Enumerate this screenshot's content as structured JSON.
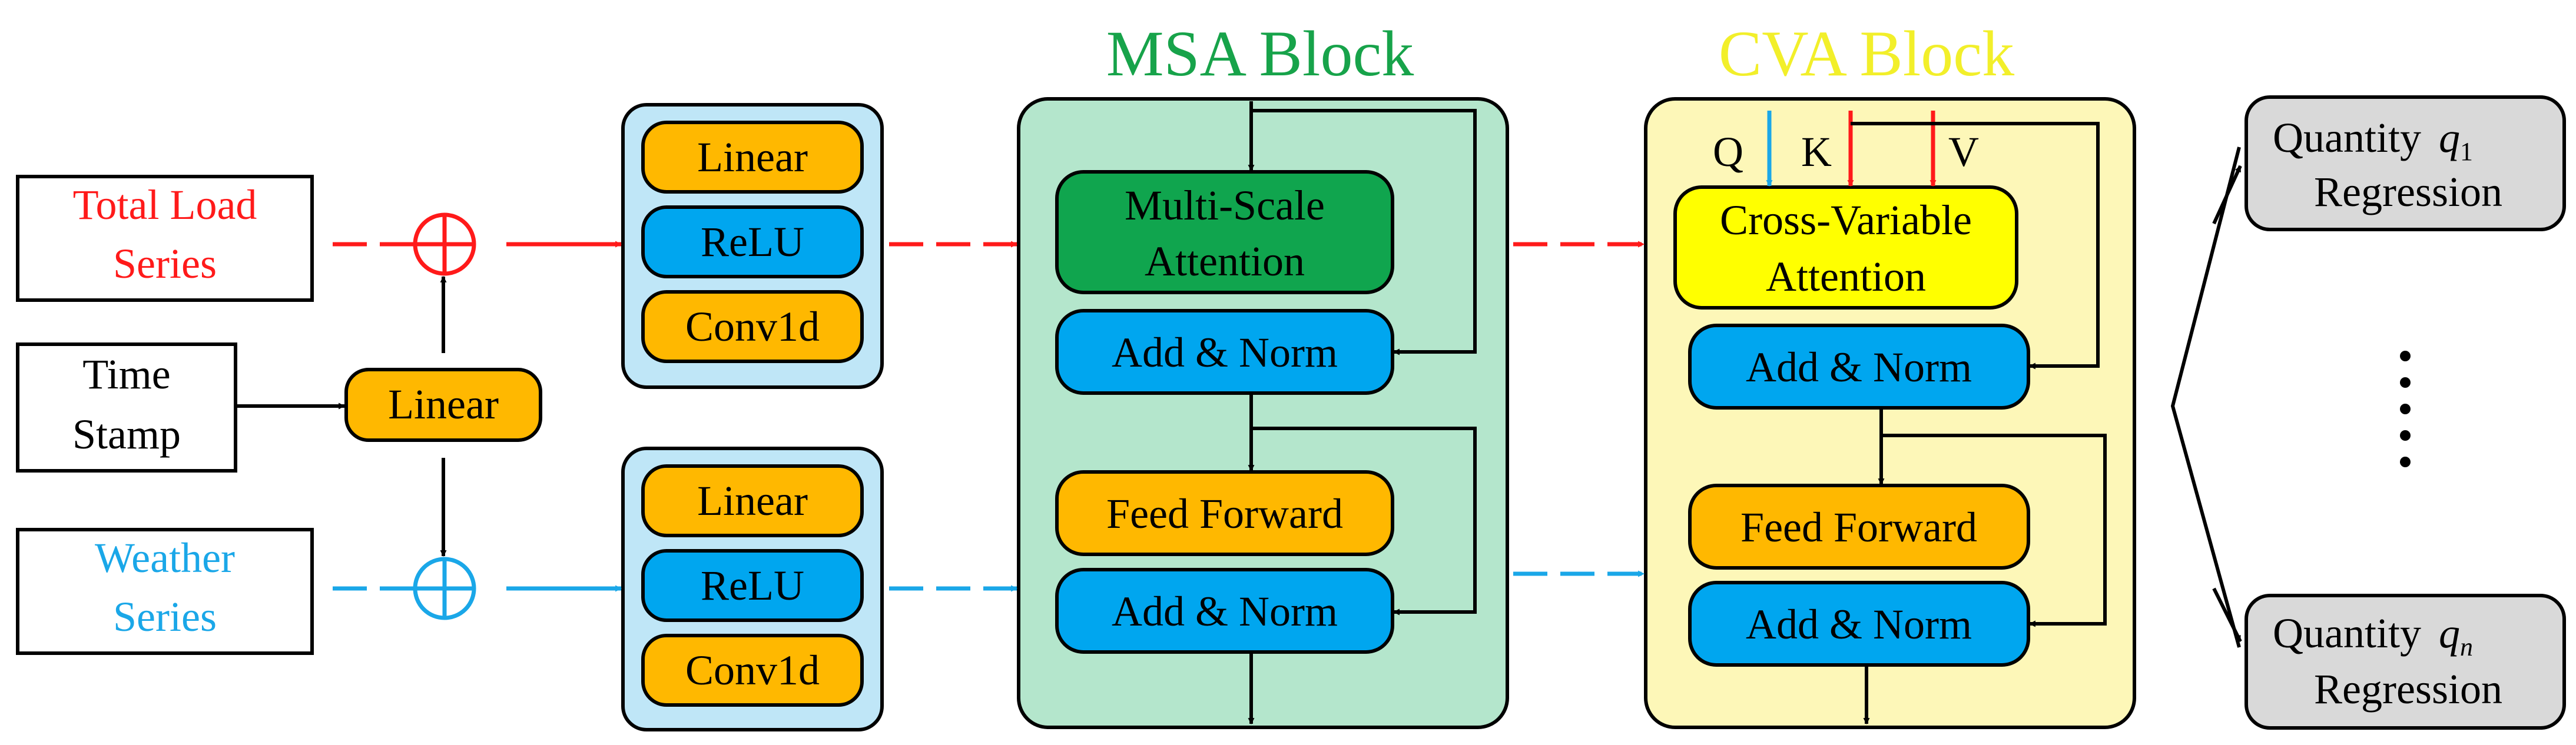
{
  "inputs": {
    "total_load": [
      "Total Load",
      "Series"
    ],
    "time_stamp": [
      "Time",
      "Stamp"
    ],
    "weather": [
      "Weather",
      "Series"
    ]
  },
  "time_linear": "Linear",
  "embed_top": {
    "linear": "Linear",
    "relu": "ReLU",
    "conv": "Conv1d"
  },
  "embed_bottom": {
    "linear": "Linear",
    "relu": "ReLU",
    "conv": "Conv1d"
  },
  "msa": {
    "title": "MSA Block",
    "attention": [
      "Multi-Scale",
      "Attention"
    ],
    "add_norm_1": "Add & Norm",
    "feed_forward": "Feed Forward",
    "add_norm_2": "Add & Norm"
  },
  "cva": {
    "title": "CVA Block",
    "q": "Q",
    "k": "K",
    "v": "V",
    "attention": [
      "Cross-Variable",
      "Attention"
    ],
    "add_norm_1": "Add & Norm",
    "feed_forward": "Feed Forward",
    "add_norm_2": "Add & Norm"
  },
  "outputs": {
    "first": {
      "prefix": "Quantity ",
      "var": "q",
      "sub": "1",
      "line2": "Regression"
    },
    "last": {
      "prefix": "Quantity ",
      "var": "q",
      "sub": "n",
      "line2": "Regression"
    }
  },
  "colors": {
    "red": "#ff1a1a",
    "blue": "#1aa7e8",
    "orange": "#ffb800",
    "module_blue": "#00a6ef",
    "embed_bg": "#bfe6f7",
    "msa_bg": "#b4e6cc",
    "msa_title": "#17a34a",
    "attention_green": "#10a54e",
    "cva_bg": "#fdf7b8",
    "cva_title": "#f2ef2a",
    "cva_yellow": "#ffff00",
    "output_bg": "#d9d9d9"
  }
}
